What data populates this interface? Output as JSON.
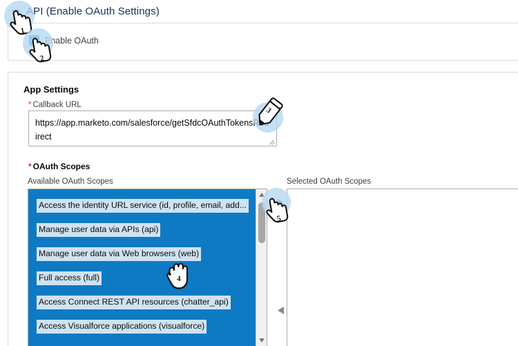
{
  "section": {
    "chevron_icon": "chevron-down-icon",
    "title": "API (Enable OAuth Settings)"
  },
  "enable_oauth": {
    "checkbox_icon": "checkmark-icon",
    "checked": true,
    "label": "Enable OAuth"
  },
  "app_settings": {
    "title": "App Settings",
    "callback": {
      "required_marker": "*",
      "label": "Callback URL",
      "value": "https://app.marketo.com/salesforce/getSfdcOAuthTokensRedirect",
      "resize_icon": "resize-grip-icon"
    },
    "scopes": {
      "required_marker": "*",
      "label": "OAuth Scopes",
      "available_label": "Available OAuth Scopes",
      "selected_label": "Selected OAuth Scopes",
      "available_items": [
        "Access the identity URL service (id, profile, email, add...",
        "Manage user data via APIs (api)",
        "Manage user data via Web browsers (web)",
        "Full access (full)",
        "Access Connect REST API resources (chatter_api)",
        "Access Visualforce applications (visualforce)"
      ],
      "selected_items": [],
      "transfer_right_icon": "arrow-right-icon",
      "transfer_left_icon": "arrow-left-icon",
      "scrollbar": {
        "up_icon": "scroll-up-arrow-icon",
        "down_icon": "scroll-down-arrow-icon"
      }
    }
  },
  "annotations": [
    {
      "number": "1",
      "cursor": "pointing-hand-cursor"
    },
    {
      "number": "2",
      "cursor": "pointing-hand-cursor"
    },
    {
      "number": "3",
      "cursor": "pencil-cursor"
    },
    {
      "number": "4",
      "cursor": "open-hand-cursor"
    },
    {
      "number": "5",
      "cursor": "pointing-hand-cursor"
    }
  ],
  "colors": {
    "list_background": "#0f7ac4",
    "option_highlight": "#cfe3f2",
    "checkbox_accent": "#1589ee",
    "required_asterisk": "#c23934",
    "halo": "#b4d7f0"
  }
}
